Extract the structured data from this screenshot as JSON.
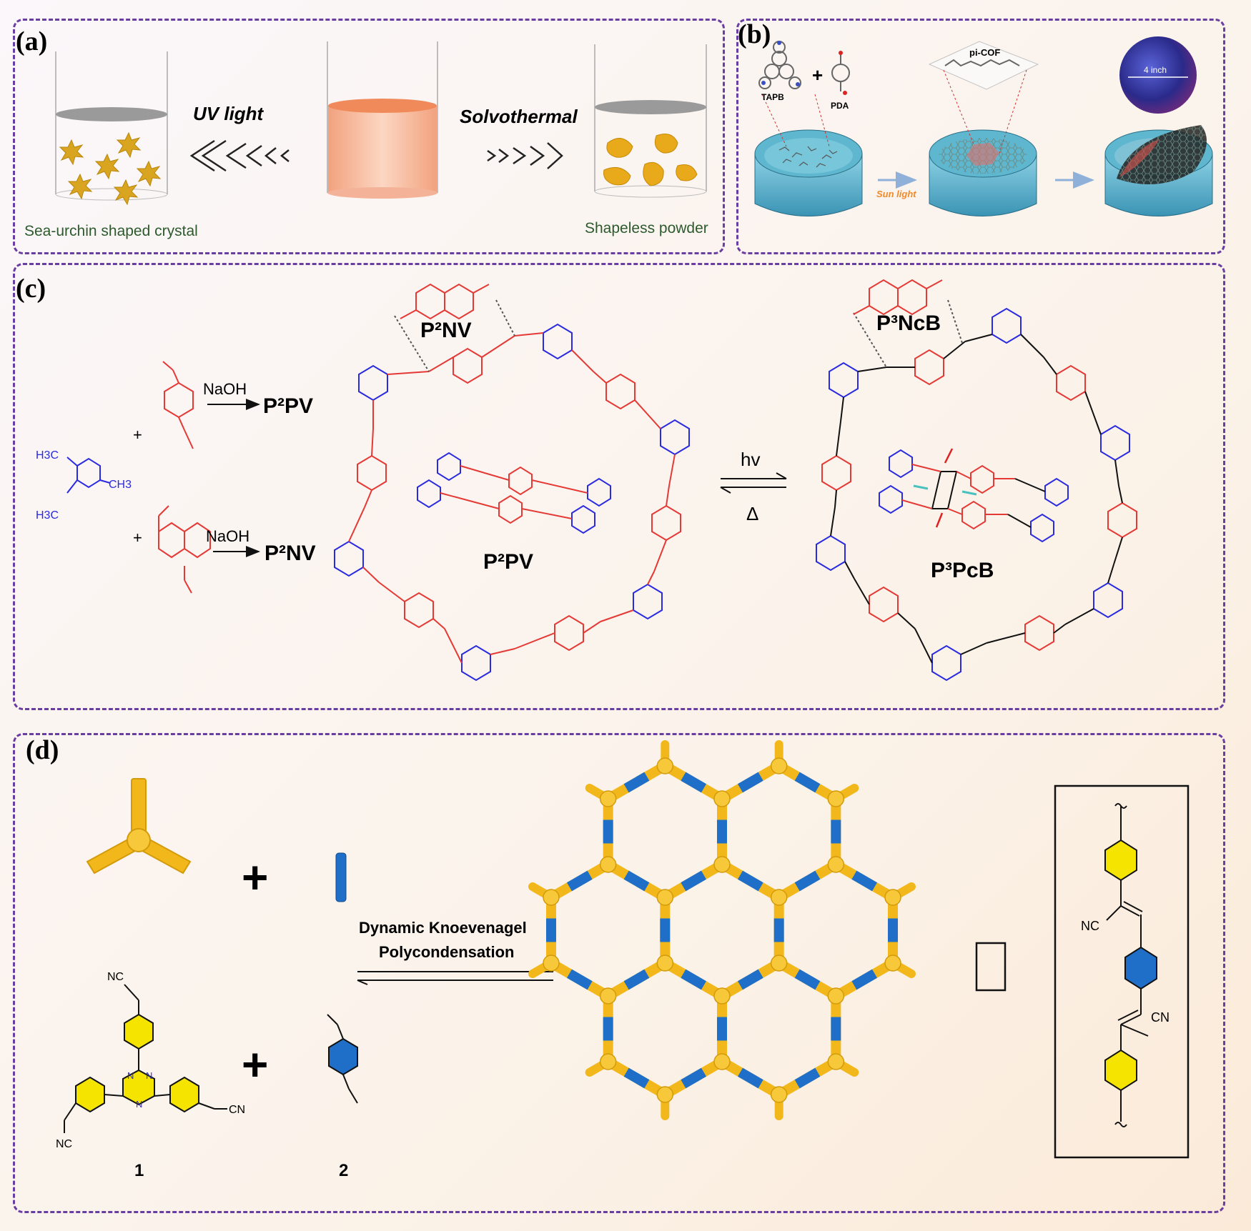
{
  "panel_a": {
    "label": "(a)",
    "uv_light": "UV light",
    "solvothermal": "Solvothermal",
    "left_caption": "Sea-urchin shaped crystal",
    "right_caption": "Shapeless powder"
  },
  "panel_b": {
    "label": "(b)",
    "tapb": "TAPB",
    "plus": "+",
    "pda": "PDA",
    "picof": "pi-COF",
    "sun_light": "Sun light",
    "size": "4 inch"
  },
  "panel_c": {
    "label": "(c)",
    "h3c_top": "H3C",
    "ch3": "CH3",
    "h3c_bottom": "H3C",
    "plus1": "+",
    "plus2": "+",
    "naoh1": "NaOH",
    "naoh2": "NaOH",
    "product1": "P²PV",
    "product2": "P²NV",
    "p2nv": "P²NV",
    "p2pv": "P²PV",
    "hv": "hv",
    "delta": "Δ",
    "p3ncb": "P³NcB",
    "p3pcb": "P³PcB"
  },
  "panel_d": {
    "label": "(d)",
    "plus1": "+",
    "plus2": "+",
    "reaction_line1": "Dynamic Knoevenagel",
    "reaction_line2": "Polycondensation",
    "compound1": "1",
    "compound2": "2",
    "nc1": "NC",
    "nc2": "NC",
    "cn": "CN",
    "cn_inset": "CN",
    "nc_inset": "NC"
  },
  "colors": {
    "border": "#6a3ea1",
    "yellow": "#f2b81b",
    "blue": "#1f6fc9",
    "red": "#e53935",
    "chem_blue": "#2a2ae0"
  }
}
